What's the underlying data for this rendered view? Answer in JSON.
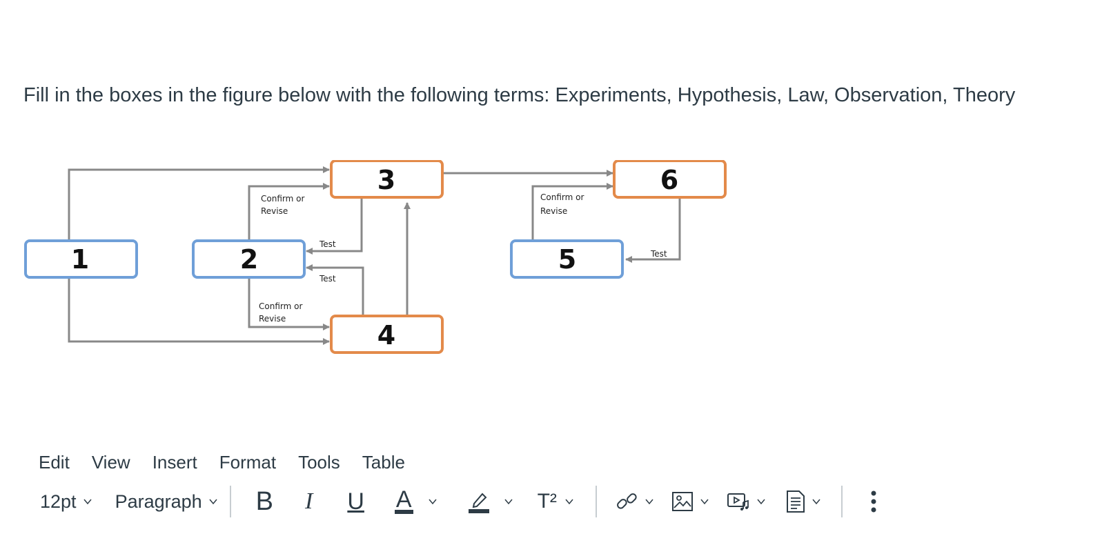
{
  "question": {
    "text": "Fill in the boxes in the figure below with the following terms: Experiments, Hypothesis, Law, Observation, Theory"
  },
  "diagram": {
    "boxes": [
      "1",
      "2",
      "3",
      "4",
      "5",
      "6"
    ],
    "edge_labels": {
      "confirm_revise_top_left": [
        "Confirm or",
        "Revise"
      ],
      "confirm_revise_bottom_left": [
        "Confirm or",
        "Revise"
      ],
      "confirm_revise_right": [
        "Confirm or",
        "Revise"
      ],
      "test_upper": "Test",
      "test_lower": "Test",
      "test_right": "Test"
    },
    "colors": {
      "blue_box": "#6f9fd8",
      "orange_box": "#e38a4a",
      "arrow": "#888888"
    }
  },
  "menubar": {
    "items": [
      "Edit",
      "View",
      "Insert",
      "Format",
      "Tools",
      "Table"
    ]
  },
  "toolbar": {
    "font_size": "12pt",
    "block_format": "Paragraph",
    "bold_glyph": "B",
    "italic_glyph": "I",
    "underline_glyph": "U",
    "text_color_glyph": "A",
    "superscript_glyph": "T²",
    "icons": [
      "chevron-down-icon",
      "highlighter-icon",
      "link-icon",
      "image-icon",
      "media-icon",
      "document-icon",
      "more-vertical-icon"
    ]
  }
}
